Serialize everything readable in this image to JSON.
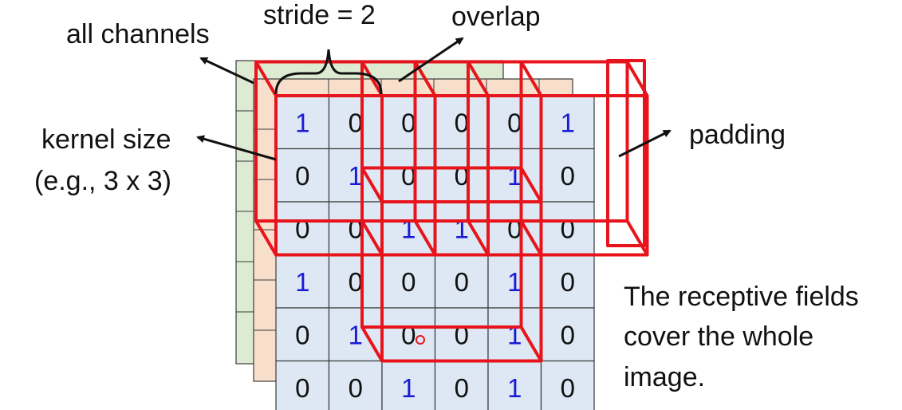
{
  "labels": {
    "stride": "stride = 2",
    "overlap": "overlap",
    "all_channels": "all channels",
    "kernel_size_line1": "kernel size",
    "kernel_size_line2": "(e.g., 3 x 3)",
    "padding": "padding",
    "receptive_line1": "The receptive fields",
    "receptive_line2": "cover the whole",
    "receptive_line3": "image."
  },
  "matrix": [
    [
      "1",
      "0",
      "0",
      "0",
      "0",
      "1"
    ],
    [
      "0",
      "1",
      "0",
      "0",
      "1",
      "0"
    ],
    [
      "0",
      "0",
      "1",
      "1",
      "0",
      "0"
    ],
    [
      "1",
      "0",
      "0",
      "0",
      "1",
      "0"
    ],
    [
      "0",
      "1",
      "0",
      "0",
      "1",
      "0"
    ],
    [
      "0",
      "0",
      "1",
      "0",
      "1",
      "0"
    ]
  ],
  "colors": {
    "front_cell_fill": "#dde8f4",
    "middle_layer_fill": "#f8dfcb",
    "back_layer_fill": "#ddebd3",
    "grid_line": "#3a3a3a",
    "digit_zero": "#111111",
    "digit_one": "#1a1ad6",
    "kernel_outline": "#e8141c",
    "arrow": "#111111"
  },
  "icons": {
    "cursor": "cursor-dot-icon"
  }
}
